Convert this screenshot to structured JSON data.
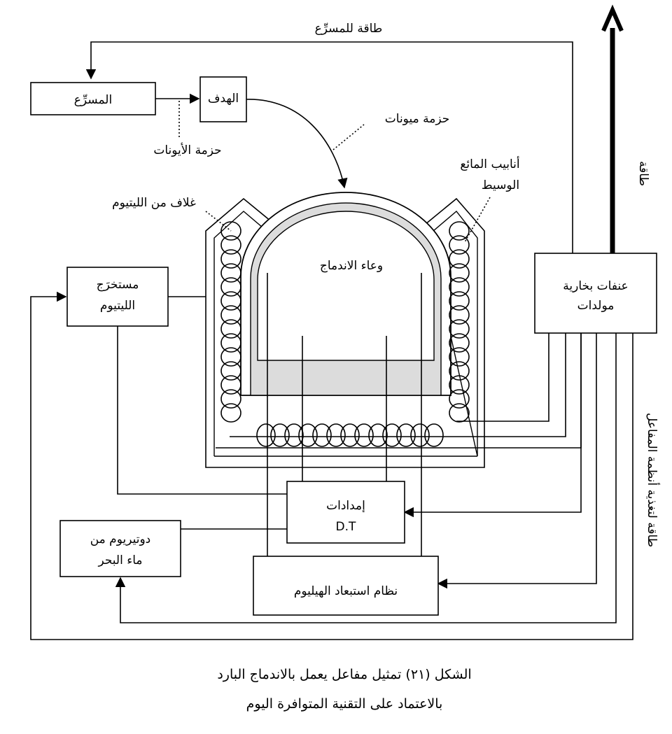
{
  "labels": {
    "energy_to_accelerator": "طاقة للمسرِّع",
    "accelerator": "المسرِّع",
    "target": "الهدف",
    "ion_beam": "حزمة الأيونات",
    "muon_beam": "حزمة ميونات",
    "intermediate_fluid_tubes_1": "أنابيب المائع",
    "intermediate_fluid_tubes_2": "الوسيط",
    "lithium_blanket": "غلاف من الليتيوم",
    "fusion_vessel": "وعاء الاندماج",
    "lithium_extractor_1": "مستخرَج",
    "lithium_extractor_2": "الليتيوم",
    "steam_generators_1": "عنفات بخارية",
    "steam_generators_2": "مولدات",
    "energy": "طاقة",
    "reactor_systems_power": "طاقة لتغذية أنظمة المفاعل",
    "dt_supply_1": "إمدادات",
    "dt_supply_2": "D.T",
    "deuterium_1": "دوتيريوم من",
    "deuterium_2": "ماء البحر",
    "helium_removal": "نظام استبعاد الهيليوم"
  },
  "caption": {
    "line1": "الشكل (٢١) تمثيل مفاعل يعمل بالاندماج البارد",
    "line2": "بالاعتماد على التقنية المتوافرة اليوم"
  },
  "colors": {
    "line": "#000000",
    "vessel_fill": "#dcdcdc",
    "background": "#ffffff"
  }
}
